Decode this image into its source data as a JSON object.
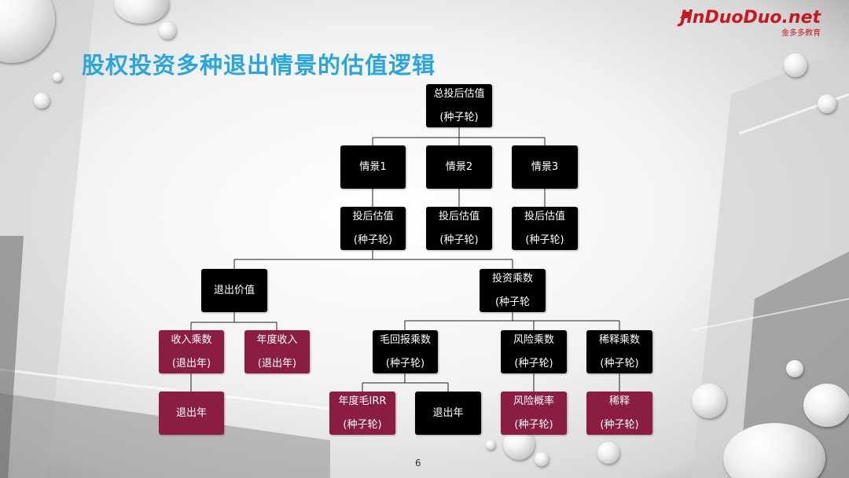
{
  "title": "股权投资多种退出情景的估值逻辑",
  "logo": {
    "main": "JinDuoDuo.net",
    "sub": "金多多教育"
  },
  "page_number": "6",
  "diagram": {
    "root": {
      "line1": "总投后估值",
      "line2": "(种子轮)"
    },
    "scenarios": [
      "情景1",
      "情景2",
      "情景3"
    ],
    "post_valuation": {
      "line1": "投后估值",
      "line2": "(种子轮)"
    },
    "exit_value": "退出价值",
    "investment_multiple": {
      "line1": "投资乘数",
      "line2": "(种子轮"
    },
    "revenue_multiple": {
      "line1": "收入乘数",
      "line2": "(退出年)"
    },
    "annual_revenue": {
      "line1": "年度收入",
      "line2": "(退出年)"
    },
    "exit_year_a": "退出年",
    "gross_return_multiple": {
      "line1": "毛回报乘数",
      "line2": "(种子轮)"
    },
    "risk_multiple": {
      "line1": "风险乘数",
      "line2": "(种子轮)"
    },
    "dilution_multiple": {
      "line1": "稀释乘数",
      "line2": "(种子轮)"
    },
    "annual_gross_irr": {
      "line1": "年度毛IRR",
      "line2": "(种子轮)"
    },
    "exit_year_b": "退出年",
    "risk_probability": {
      "line1": "风险概率",
      "line2": "(种子轮)"
    },
    "dilution": {
      "line1": "稀释",
      "line2": "(种子轮)"
    }
  },
  "colors": {
    "title": "#2aa6df",
    "black_node": "#000000",
    "maroon_node": "#8b1d45",
    "logo": "#c7191f"
  }
}
